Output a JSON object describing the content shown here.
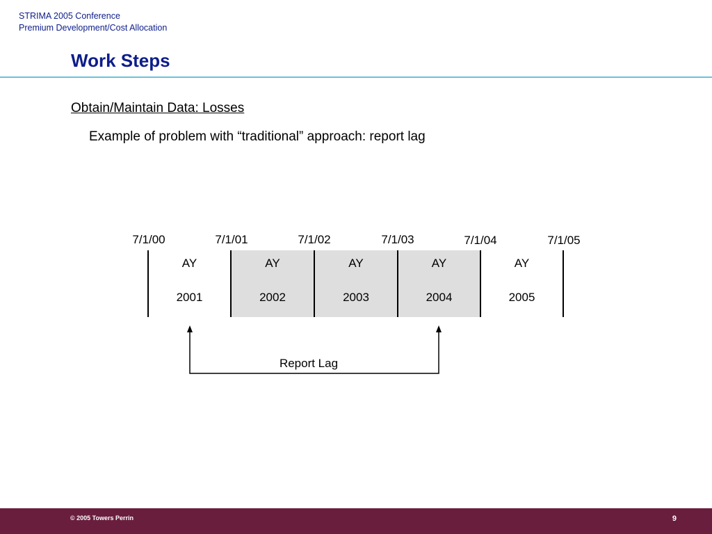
{
  "header": {
    "line1": "STRIMA 2005 Conference",
    "line2": "Premium Development/Cost Allocation"
  },
  "title": "Work Steps",
  "subheading": "Obtain/Maintain Data:  Losses",
  "bullet": "Example of problem with “traditional” approach:  report lag",
  "timeline": {
    "dates": [
      "7/1/00",
      "7/1/01",
      "7/1/02",
      "7/1/03",
      "7/1/04",
      "7/1/05"
    ],
    "periods": [
      {
        "label": "AY",
        "year": "2001",
        "highlighted": false
      },
      {
        "label": "AY",
        "year": "2002",
        "highlighted": true
      },
      {
        "label": "AY",
        "year": "2003",
        "highlighted": true
      },
      {
        "label": "AY",
        "year": "2004",
        "highlighted": true
      },
      {
        "label": "AY",
        "year": "2005",
        "highlighted": false
      }
    ],
    "highlight_color": "#dedede",
    "lag_label": "Report Lag"
  },
  "footer": {
    "copyright": "© 2005 Towers Perrin",
    "page": "9",
    "background": "#6a1e3e"
  },
  "colors": {
    "title": "#0d1d8a",
    "rule": "#66c3dc"
  }
}
